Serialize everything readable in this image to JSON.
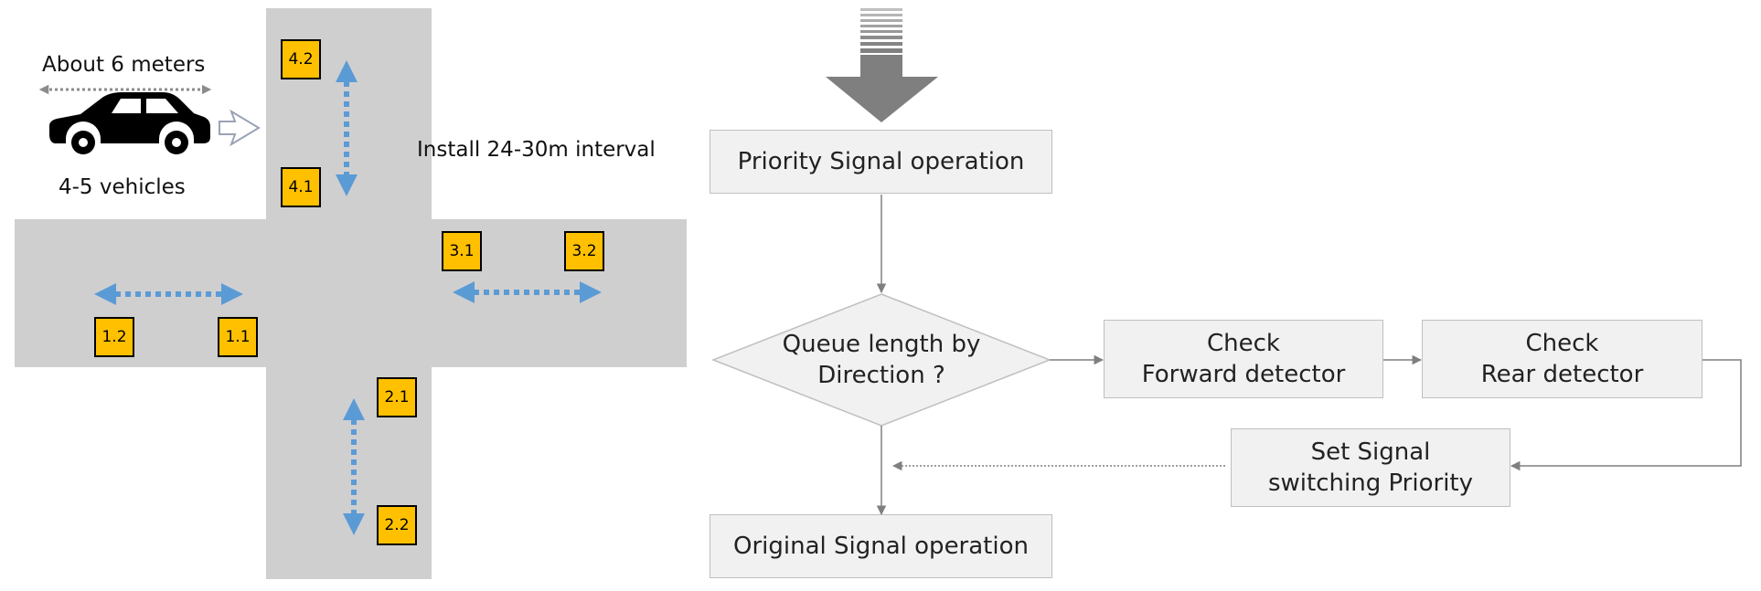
{
  "layout_diagram": {
    "vehicle_length_label": "About 6 meters",
    "vehicle_count_label": "4-5 vehicles",
    "interval_label": "Install 24-30m interval",
    "detectors": [
      "4.2",
      "4.1",
      "3.1",
      "3.2",
      "1.2",
      "1.1",
      "2.1",
      "2.2"
    ],
    "colors": {
      "road": "#d0cfd0",
      "detector": "#ffc000",
      "arrow": "#5b9bd5"
    }
  },
  "flowchart": {
    "start": "Priority Signal operation",
    "decision": [
      "Queue length by",
      "Direction ?"
    ],
    "check_forward": [
      "Check",
      "Forward detector"
    ],
    "check_rear": [
      "Check",
      "Rear detector"
    ],
    "set_priority": [
      "Set Signal",
      "switching Priority"
    ],
    "end": "Original Signal operation"
  }
}
